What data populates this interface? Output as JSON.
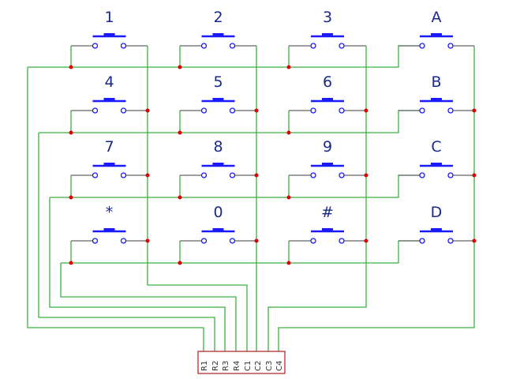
{
  "diagram": {
    "title": "4x4 Matrix Keypad",
    "keys": [
      [
        "1",
        "2",
        "3",
        "A"
      ],
      [
        "4",
        "5",
        "6",
        "B"
      ],
      [
        "7",
        "8",
        "9",
        "C"
      ],
      [
        "*",
        "0",
        "#",
        "D"
      ]
    ],
    "connector_pins": [
      "R1",
      "R2",
      "R3",
      "R4",
      "C1",
      "C2",
      "C3",
      "C4"
    ],
    "colors": {
      "wire": "#3cb043",
      "lead": "#666666",
      "switch": "#1a1aff",
      "junction": "#e00000",
      "connector_border": "#b03030",
      "label": "#1a2a8c"
    }
  }
}
